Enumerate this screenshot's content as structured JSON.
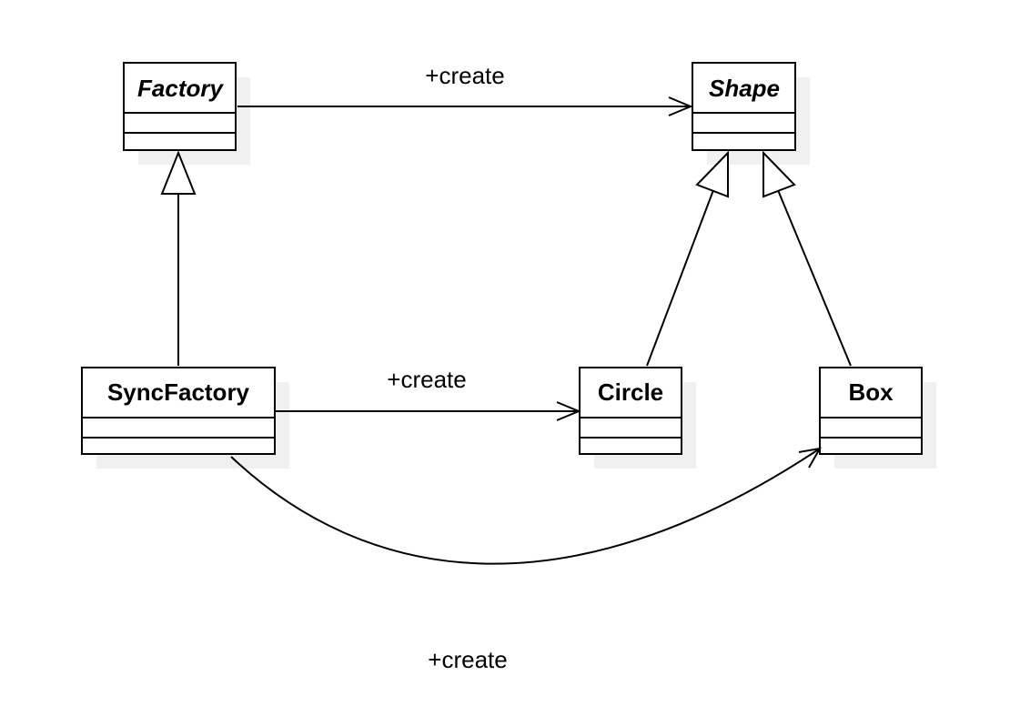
{
  "classes": {
    "factory": {
      "name": "Factory",
      "abstract": true
    },
    "shape": {
      "name": "Shape",
      "abstract": true
    },
    "sync_factory": {
      "name": "SyncFactory",
      "abstract": false
    },
    "circle": {
      "name": "Circle",
      "abstract": false
    },
    "box": {
      "name": "Box",
      "abstract": false
    }
  },
  "relations": {
    "factory_shape": {
      "label": "+create",
      "type": "association"
    },
    "sync_circle": {
      "label": "+create",
      "type": "association"
    },
    "sync_box": {
      "label": "+create",
      "type": "association"
    },
    "sync_factory_inherits": {
      "type": "generalization"
    },
    "circle_inherits": {
      "type": "generalization"
    },
    "box_inherits": {
      "type": "generalization"
    }
  }
}
